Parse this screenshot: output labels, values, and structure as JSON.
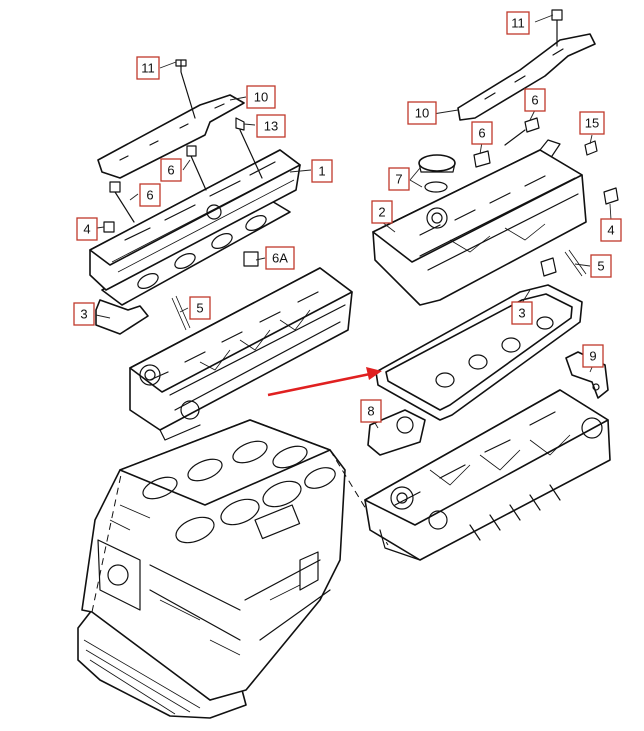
{
  "diagram": {
    "arrow_color": "#e02020",
    "callout_border_color": "#c0392b",
    "callouts": [
      {
        "id": "11-top-right",
        "label": "11"
      },
      {
        "id": "11-left",
        "label": "11"
      },
      {
        "id": "10-left",
        "label": "10"
      },
      {
        "id": "13",
        "label": "13"
      },
      {
        "id": "1",
        "label": "1"
      },
      {
        "id": "6-left-a",
        "label": "6"
      },
      {
        "id": "6-left-b",
        "label": "6"
      },
      {
        "id": "4-left",
        "label": "4"
      },
      {
        "id": "6A",
        "label": "6A"
      },
      {
        "id": "3-left",
        "label": "3"
      },
      {
        "id": "5-left",
        "label": "5"
      },
      {
        "id": "10-right",
        "label": "10"
      },
      {
        "id": "6-right-a",
        "label": "6"
      },
      {
        "id": "6-right-b",
        "label": "6"
      },
      {
        "id": "15",
        "label": "15"
      },
      {
        "id": "7",
        "label": "7"
      },
      {
        "id": "2",
        "label": "2"
      },
      {
        "id": "4-right",
        "label": "4"
      },
      {
        "id": "5-right",
        "label": "5"
      },
      {
        "id": "3-right",
        "label": "3"
      },
      {
        "id": "9",
        "label": "9"
      },
      {
        "id": "8",
        "label": "8"
      }
    ]
  }
}
